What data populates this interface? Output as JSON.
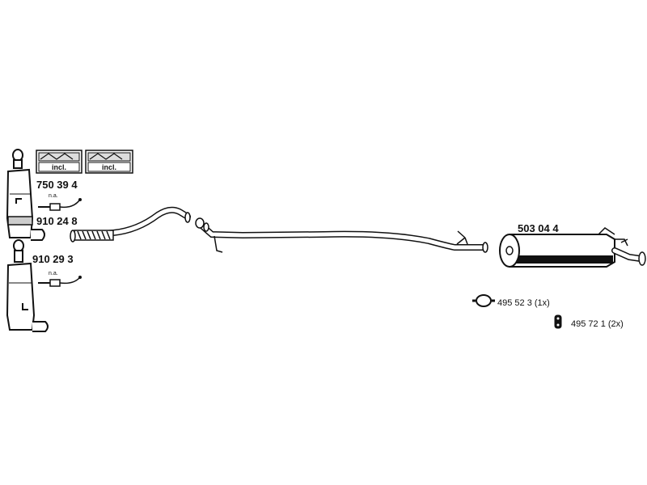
{
  "parts": {
    "dpf_assembly": "750 39 4",
    "dpf_unit": "910 24 8",
    "catalyst_unit": "910 29 3",
    "rear_silencer": "503 04 4"
  },
  "labels": {
    "incl_1": "incl.",
    "incl_2": "incl.",
    "na_1": "n.a.",
    "na_2": "n.a."
  },
  "accessories": [
    {
      "number": "495 52 3",
      "qty": "(1x)"
    },
    {
      "number": "495 72 1",
      "qty": "(2x)"
    }
  ],
  "icons": {
    "clamp": "exhaust-clamp-icon",
    "hanger": "rubber-hanger-icon",
    "gasket_kit": "gasket-kit-icon"
  },
  "colors": {
    "line": "#111111",
    "fill": "#ffffff",
    "shade": "#bbbbbb"
  }
}
